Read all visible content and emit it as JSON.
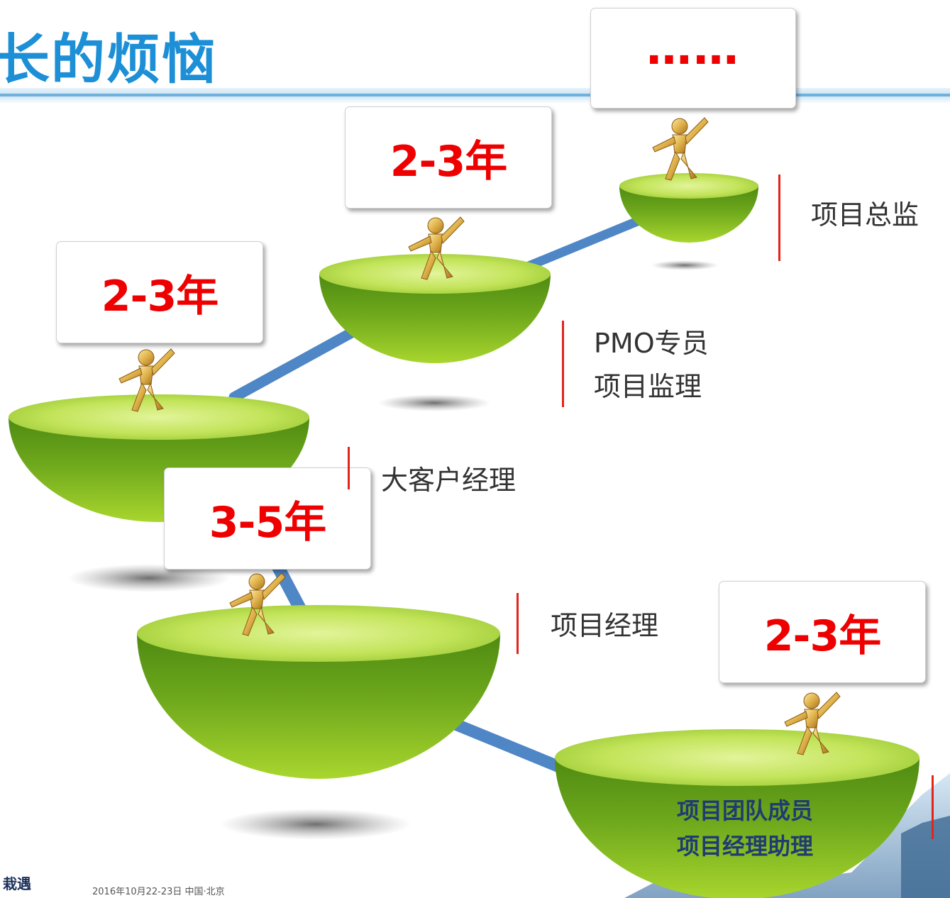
{
  "title": "长的烦恼",
  "stages": [
    {
      "id": "team-member",
      "years": "2-3年",
      "roles": [
        "项目团队成员",
        "项目经理助理"
      ]
    },
    {
      "id": "project-manager",
      "years": "3-5年",
      "roles": [
        "项目经理"
      ]
    },
    {
      "id": "key-account-manager",
      "years": "2-3年",
      "roles": [
        "大客户经理"
      ]
    },
    {
      "id": "pmo-specialist",
      "years": "2-3年",
      "roles": [
        "PMO专员",
        "项目监理"
      ]
    },
    {
      "id": "project-director",
      "years": "……",
      "roles": [
        "项目总监"
      ]
    }
  ],
  "footer": {
    "logo": "栽遇",
    "event": "2016年10月22-23日 中国·北京"
  },
  "colors": {
    "title": "#1d8fd6",
    "card_text": "#ee0000",
    "divider": "#e3241a",
    "connector": "#4f86c6",
    "platform_top": "#c7e85a",
    "platform_body": "#6aa81e",
    "figure": "#e0b24a"
  }
}
